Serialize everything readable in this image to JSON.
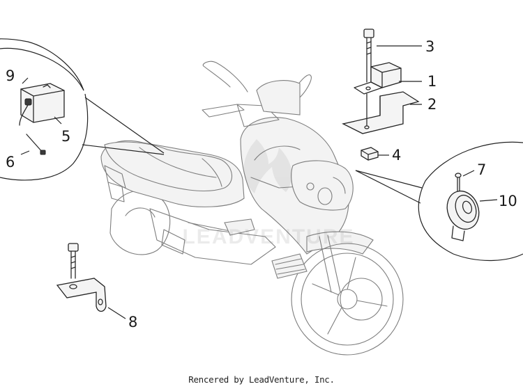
{
  "diagram": {
    "callouts": [
      "1",
      "2",
      "3",
      "4",
      "5",
      "6",
      "7",
      "8",
      "9",
      "10"
    ],
    "watermark_text": "LEADVENTURE",
    "credit": "Rencered by LeadVenture, Inc."
  }
}
